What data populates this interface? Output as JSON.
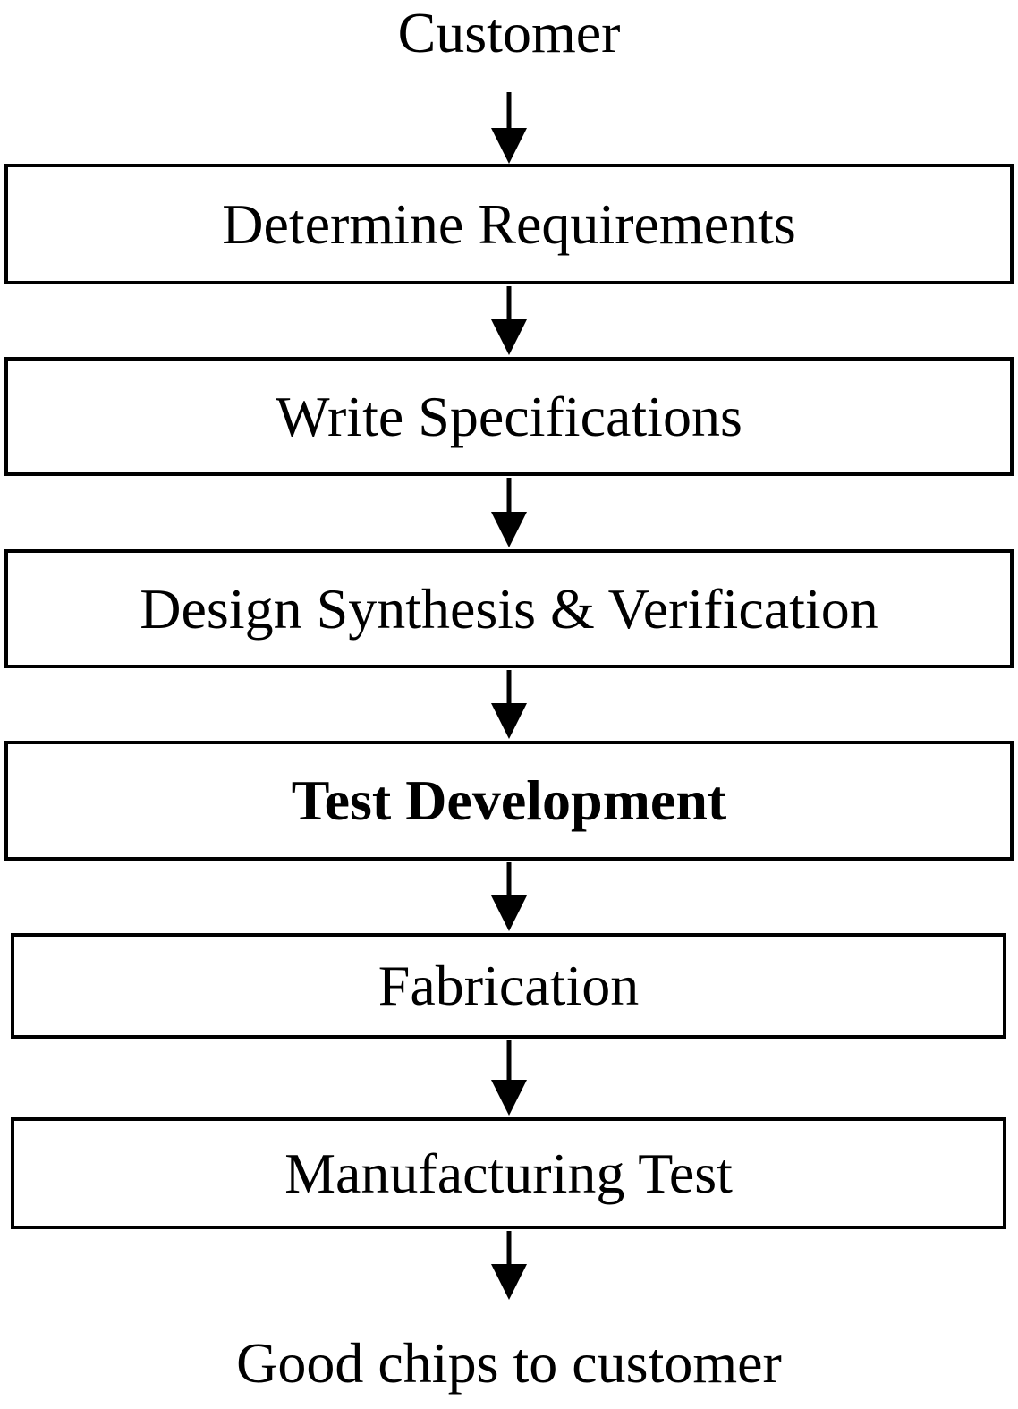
{
  "diagram": {
    "start_label": "Customer",
    "steps": [
      {
        "label": "Determine Requirements",
        "emphasis": "normal"
      },
      {
        "label": "Write Specifications",
        "emphasis": "normal"
      },
      {
        "label": "Design Synthesis & Verification",
        "emphasis": "normal"
      },
      {
        "label": "Test Development",
        "emphasis": "bold"
      },
      {
        "label": "Fabrication",
        "emphasis": "normal"
      },
      {
        "label": "Manufacturing Test",
        "emphasis": "normal"
      }
    ],
    "end_label": "Good chips to customer",
    "colors": {
      "stroke": "#000000",
      "background": "#ffffff"
    }
  }
}
